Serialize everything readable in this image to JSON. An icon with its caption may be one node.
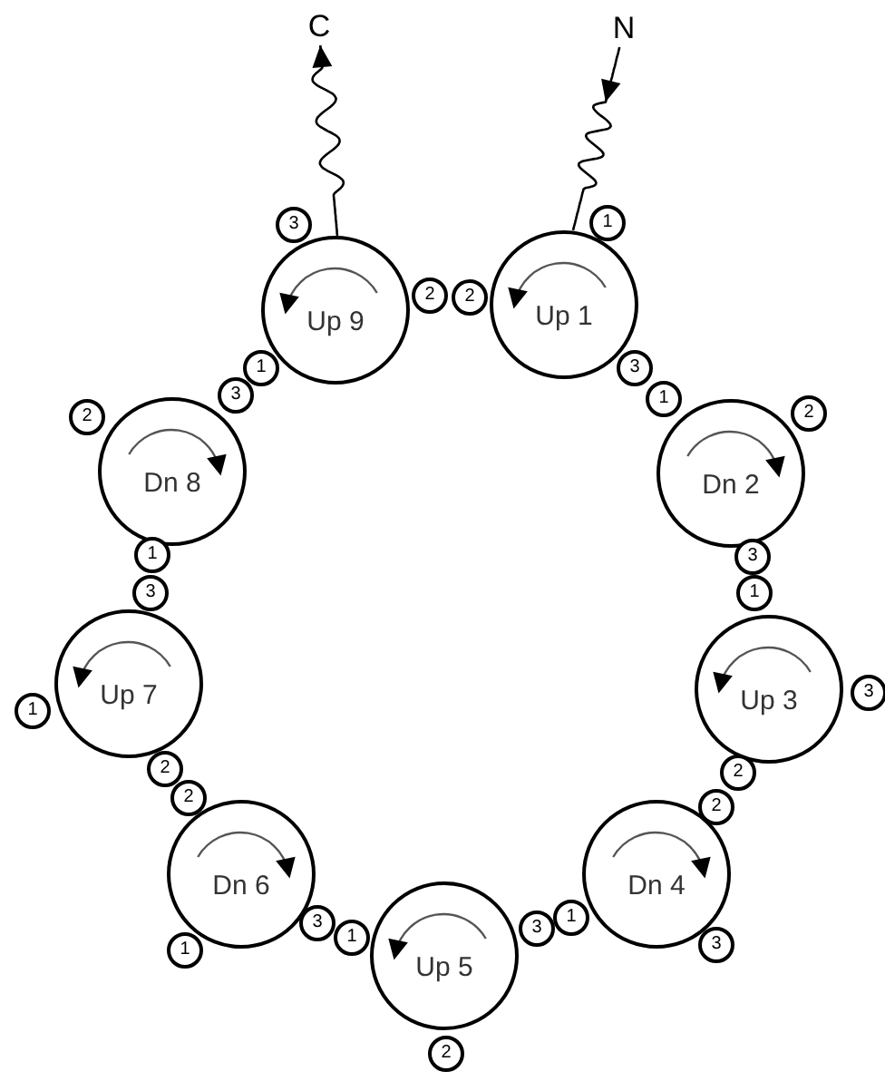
{
  "diagram": {
    "nodes": [
      {
        "text": [
          "C"
        ]
      },
      {
        "text": [
          "N"
        ]
      },
      {
        "text": [
          "Up 9"
        ]
      },
      {
        "text": [
          "Up 1"
        ]
      },
      {
        "text": [
          "Dn 8"
        ]
      },
      {
        "text": [
          "Dn 2"
        ]
      },
      {
        "text": [
          "Up 7"
        ]
      },
      {
        "text": [
          "Up 3"
        ]
      },
      {
        "text": [
          "Dn 6"
        ]
      },
      {
        "text": [
          "Dn 4"
        ]
      },
      {
        "text": [
          "Up 5"
        ]
      },
      {
        "text": [
          "1"
        ]
      },
      {
        "text": [
          "3"
        ]
      },
      {
        "text": [
          "2"
        ]
      },
      {
        "text": [
          "2"
        ]
      },
      {
        "text": [
          "1"
        ]
      },
      {
        "text": [
          "3"
        ]
      },
      {
        "text": [
          "3"
        ]
      },
      {
        "text": [
          "1"
        ]
      },
      {
        "text": [
          "2"
        ]
      },
      {
        "text": [
          "2"
        ]
      },
      {
        "text": [
          "1"
        ]
      },
      {
        "text": [
          "3"
        ]
      },
      {
        "text": [
          "3"
        ]
      },
      {
        "text": [
          "1"
        ]
      },
      {
        "text": [
          "3"
        ]
      },
      {
        "text": [
          "1"
        ]
      },
      {
        "text": [
          "2"
        ]
      },
      {
        "text": [
          "2"
        ]
      },
      {
        "text": [
          "2"
        ]
      },
      {
        "text": [
          "2"
        ]
      },
      {
        "text": [
          "1"
        ]
      },
      {
        "text": [
          "3"
        ]
      },
      {
        "text": [
          "3"
        ]
      },
      {
        "text": [
          "1"
        ]
      },
      {
        "text": [
          "3"
        ]
      },
      {
        "text": [
          "1"
        ]
      },
      {
        "text": [
          "2"
        ]
      }
    ],
    "edges": [
      {
        "from": 2,
        "to": 0,
        "arrow": "to"
      },
      {
        "from": 1,
        "to": 3,
        "arrow": "to"
      }
    ]
  }
}
